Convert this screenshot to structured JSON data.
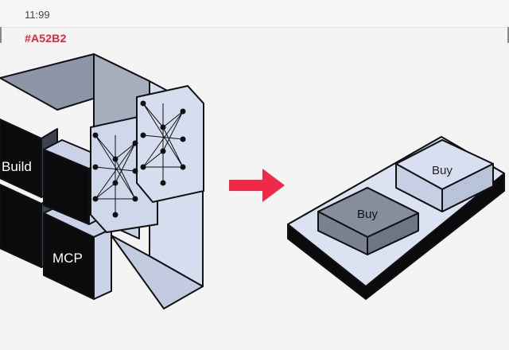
{
  "status_bar": {
    "time": "11:99"
  },
  "reference_code": "#A52B2",
  "left_module": {
    "labels": {
      "top": "Build",
      "bottom": "MCP"
    }
  },
  "right_module": {
    "buttons": [
      {
        "label": "Buy"
      },
      {
        "label": "Buy"
      }
    ]
  },
  "colors": {
    "arrow": "#ef2948",
    "accent_text": "#e0233f",
    "cube_dark": "#0b0b0d",
    "cube_blue": "#c9d2e6",
    "cube_gray": "#8d96a6"
  },
  "icons": {
    "arrow": "right-arrow-icon",
    "network": "neural-network-icon"
  }
}
